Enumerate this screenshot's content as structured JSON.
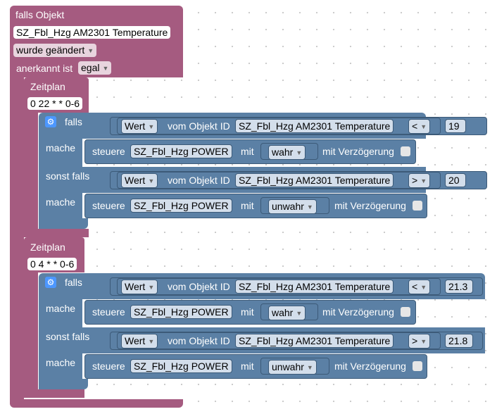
{
  "trigger": {
    "title": "falls Objekt",
    "object": "SZ_Fbl_Hzg AM2301  Temperature",
    "event": "wurde geändert",
    "ack_label": "anerkannt ist",
    "ack_value": "egal"
  },
  "schedules": [
    {
      "title": "Zeitplan",
      "cron": "0 22 * * 0-6",
      "if_label": "falls",
      "do_label": "mache",
      "elseif_label": "sonst falls",
      "cond1": {
        "prop": "Wert",
        "text": "vom Objekt ID",
        "object": "SZ_Fbl_Hzg AM2301  Temperature",
        "op": "<",
        "value": "19"
      },
      "act1": {
        "label": "steuere",
        "object": "SZ_Fbl_Hzg POWER",
        "mit": "mit",
        "value": "wahr",
        "delay": "mit Verzögerung"
      },
      "cond2": {
        "prop": "Wert",
        "text": "vom Objekt ID",
        "object": "SZ_Fbl_Hzg AM2301  Temperature",
        "op": ">",
        "value": "20"
      },
      "act2": {
        "label": "steuere",
        "object": "SZ_Fbl_Hzg POWER",
        "mit": "mit",
        "value": "unwahr",
        "delay": "mit Verzögerung"
      }
    },
    {
      "title": "Zeitplan",
      "cron": "0 4 * * 0-6",
      "if_label": "falls",
      "do_label": "mache",
      "elseif_label": "sonst falls",
      "cond1": {
        "prop": "Wert",
        "text": "vom Objekt ID",
        "object": "SZ_Fbl_Hzg AM2301  Temperature",
        "op": "<",
        "value": "21.3"
      },
      "act1": {
        "label": "steuere",
        "object": "SZ_Fbl_Hzg POWER",
        "mit": "mit",
        "value": "wahr",
        "delay": "mit Verzögerung"
      },
      "cond2": {
        "prop": "Wert",
        "text": "vom Objekt ID",
        "object": "SZ_Fbl_Hzg AM2301  Temperature",
        "op": ">",
        "value": "21.8"
      },
      "act2": {
        "label": "steuere",
        "object": "SZ_Fbl_Hzg POWER",
        "mit": "mit",
        "value": "unwahr",
        "delay": "mit Verzögerung"
      }
    }
  ],
  "colors": {
    "trigger": "#a55b80",
    "logic": "#5b80a5",
    "field": "#ffffff"
  }
}
